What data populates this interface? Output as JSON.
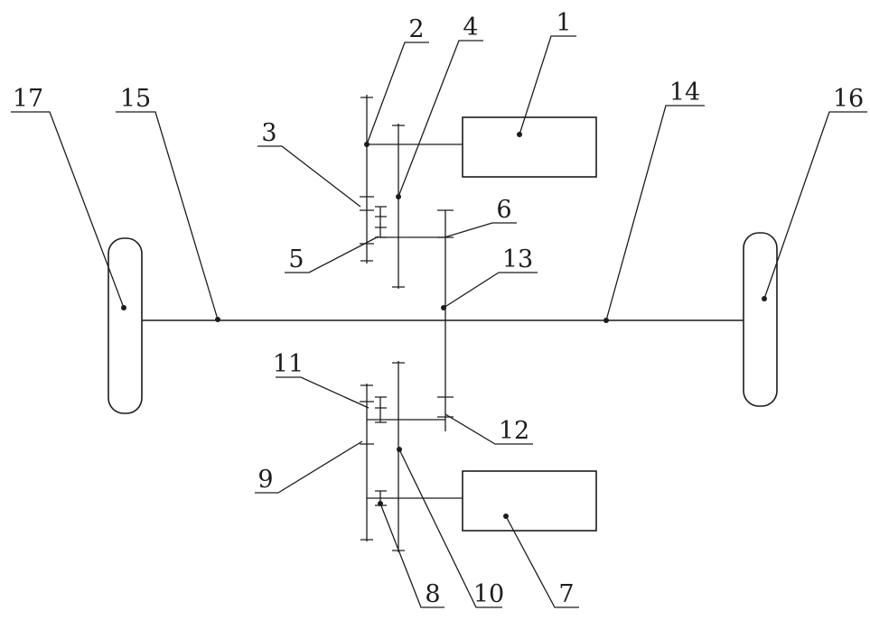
{
  "figure": {
    "type": "patent-drawing",
    "description": "Dual-motor drivetrain schematic with two wheels, one axle, two gear clusters and two motor boxes",
    "colors": {
      "line": "#1c1c1c",
      "background": "#ffffff"
    },
    "labels": {
      "1": "1",
      "2": "2",
      "3": "3",
      "4": "4",
      "5": "5",
      "6": "6",
      "7": "7",
      "8": "8",
      "9": "9",
      "10": "10",
      "11": "11",
      "12": "12",
      "13": "13",
      "14": "14",
      "15": "15",
      "16": "16",
      "17": "17"
    }
  }
}
